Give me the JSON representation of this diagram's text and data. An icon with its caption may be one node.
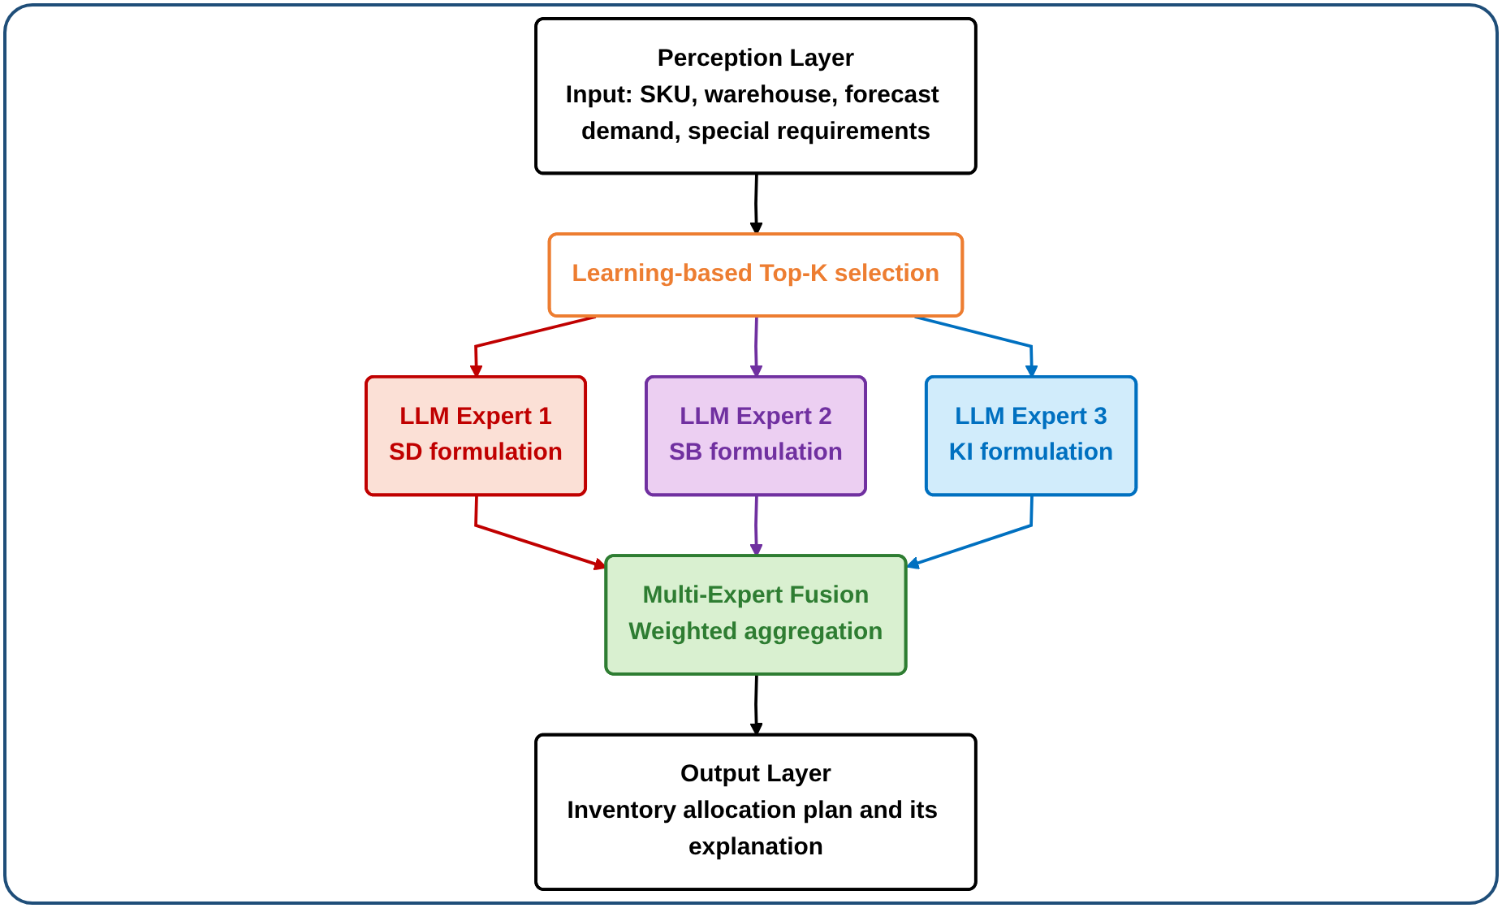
{
  "diagram": {
    "nodes": [
      {
        "text": [
          "Perception Layer",
          "Input: SKU, warehouse, forecast demand, special requirements"
        ]
      },
      {
        "text": [
          "Learning-based Top-K selection"
        ]
      },
      {
        "text": [
          "LLM Expert 1",
          "SD formulation"
        ]
      },
      {
        "text": [
          "LLM Expert 2",
          "SB formulation"
        ]
      },
      {
        "text": [
          "LLM Expert 3",
          "KI formulation"
        ]
      },
      {
        "text": [
          "Multi-Expert Fusion",
          "Weighted aggregation"
        ]
      },
      {
        "text": [
          "Output Layer",
          "Inventory allocation plan and its explanation"
        ]
      }
    ],
    "edges": [
      {
        "from": 0,
        "to": 1,
        "arrow": "to"
      },
      {
        "from": 1,
        "to": 2,
        "arrow": "to",
        "color": "#c00000"
      },
      {
        "from": 1,
        "to": 3,
        "arrow": "to",
        "color": "#7030a0"
      },
      {
        "from": 1,
        "to": 4,
        "arrow": "to",
        "color": "#0070c0"
      },
      {
        "from": 2,
        "to": 5,
        "arrow": "to",
        "color": "#c00000"
      },
      {
        "from": 3,
        "to": 5,
        "arrow": "to",
        "color": "#7030a0"
      },
      {
        "from": 4,
        "to": 5,
        "arrow": "to",
        "color": "#0070c0"
      },
      {
        "from": 5,
        "to": 6,
        "arrow": "to"
      }
    ]
  }
}
